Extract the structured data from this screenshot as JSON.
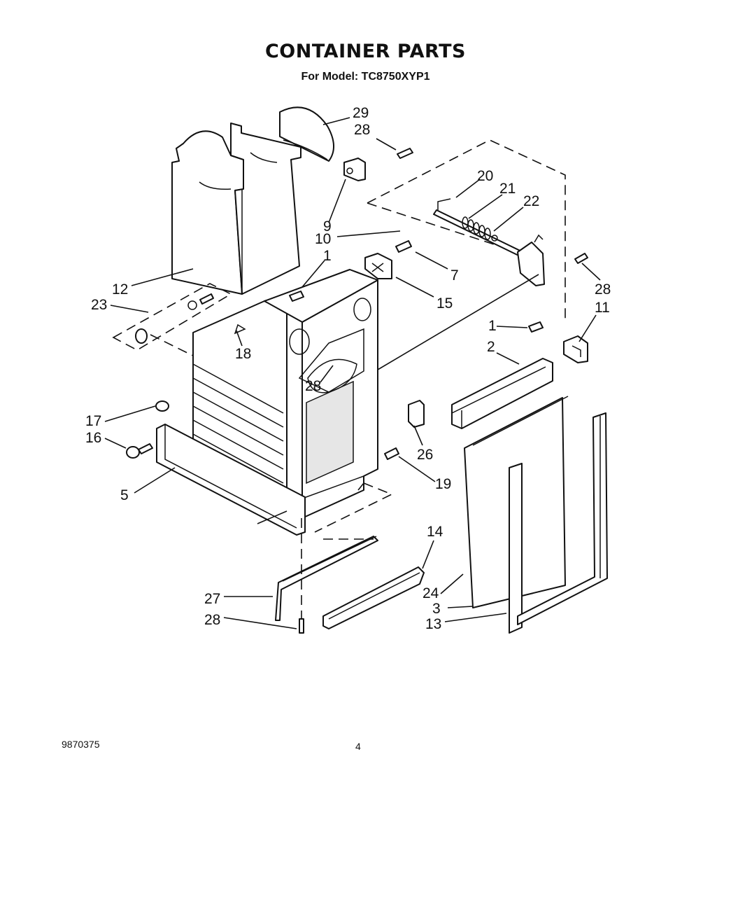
{
  "header": {
    "title": "CONTAINER PARTS",
    "subtitle": "For Model: TC8750XYP1"
  },
  "footer": {
    "document_number": "9870375",
    "page_number": "4"
  },
  "callouts": [
    {
      "id": "c29",
      "label": "29"
    },
    {
      "id": "c28a",
      "label": "28"
    },
    {
      "id": "c20",
      "label": "20"
    },
    {
      "id": "c21",
      "label": "21"
    },
    {
      "id": "c22",
      "label": "22"
    },
    {
      "id": "c9",
      "label": "9"
    },
    {
      "id": "c10",
      "label": "10"
    },
    {
      "id": "c1a",
      "label": "1"
    },
    {
      "id": "c7",
      "label": "7"
    },
    {
      "id": "c28b",
      "label": "28"
    },
    {
      "id": "c12",
      "label": "12"
    },
    {
      "id": "c15",
      "label": "15"
    },
    {
      "id": "c11",
      "label": "11"
    },
    {
      "id": "c23",
      "label": "23"
    },
    {
      "id": "c1b",
      "label": "1"
    },
    {
      "id": "c18",
      "label": "18"
    },
    {
      "id": "c2",
      "label": "2"
    },
    {
      "id": "c28c",
      "label": "28"
    },
    {
      "id": "c17",
      "label": "17"
    },
    {
      "id": "c16",
      "label": "16"
    },
    {
      "id": "c26",
      "label": "26"
    },
    {
      "id": "c19",
      "label": "19"
    },
    {
      "id": "c5",
      "label": "5"
    },
    {
      "id": "c14",
      "label": "14"
    },
    {
      "id": "c27",
      "label": "27"
    },
    {
      "id": "c24",
      "label": "24"
    },
    {
      "id": "c3",
      "label": "3"
    },
    {
      "id": "c28d",
      "label": "28"
    },
    {
      "id": "c13",
      "label": "13"
    }
  ]
}
